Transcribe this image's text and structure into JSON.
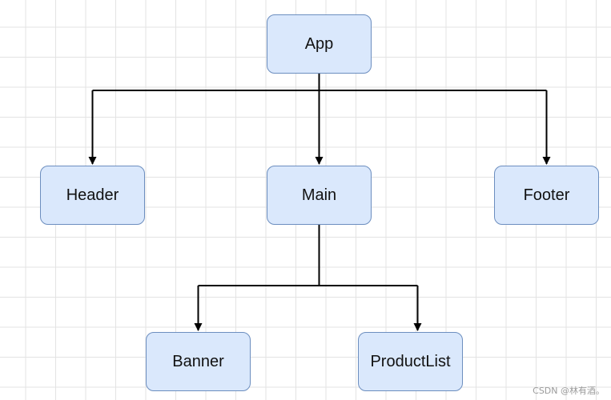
{
  "diagram": {
    "nodes": {
      "app": "App",
      "header": "Header",
      "main": "Main",
      "footer": "Footer",
      "banner": "Banner",
      "productlist": "ProductList"
    },
    "edges": [
      {
        "from": "App",
        "to": "Header"
      },
      {
        "from": "App",
        "to": "Main"
      },
      {
        "from": "App",
        "to": "Footer"
      },
      {
        "from": "Main",
        "to": "Banner"
      },
      {
        "from": "Main",
        "to": "ProductList"
      }
    ],
    "colors": {
      "node_fill": "#dae8fc",
      "node_border": "#6c8ebf",
      "edge": "#000000",
      "grid": "#e3e3e3"
    }
  },
  "watermark": "CSDN @林有酒。"
}
